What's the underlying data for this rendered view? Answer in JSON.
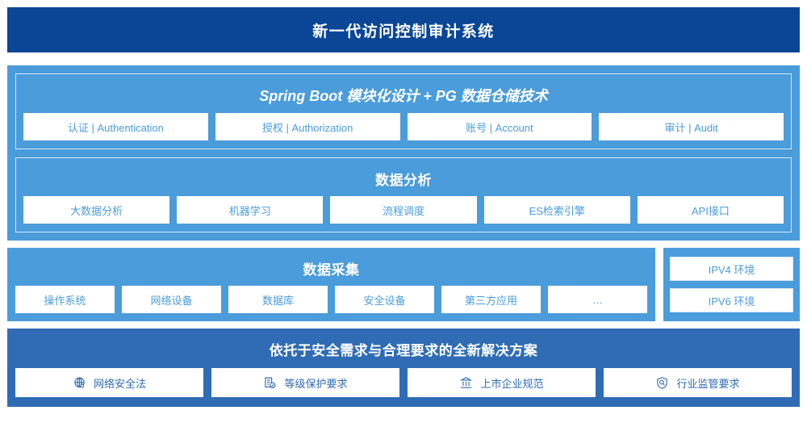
{
  "header": {
    "title": "新一代访问控制审计系统"
  },
  "platform": {
    "title": "Spring Boot 模块化设计 + PG 数据仓储技术",
    "items": [
      {
        "label": "认证 | Authentication"
      },
      {
        "label": "授权 | Authorization"
      },
      {
        "label": "账号 | Account"
      },
      {
        "label": "审计 | Audit"
      }
    ]
  },
  "analysis": {
    "title": "数据分析",
    "items": [
      {
        "label": "大数据分析"
      },
      {
        "label": "机器学习"
      },
      {
        "label": "流程调度"
      },
      {
        "label": "ES检索引擎"
      },
      {
        "label": "API接口"
      }
    ]
  },
  "collection": {
    "title": "数据采集",
    "items": [
      {
        "label": "操作系统"
      },
      {
        "label": "网络设备"
      },
      {
        "label": "数据库"
      },
      {
        "label": "安全设备"
      },
      {
        "label": "第三方应用"
      },
      {
        "label": "…"
      }
    ]
  },
  "environment": {
    "items": [
      {
        "label": "IPV4 环境"
      },
      {
        "label": "IPV6 环境"
      }
    ]
  },
  "solution": {
    "title": "依托于安全需求与合理要求的全新解决方案",
    "items": [
      {
        "label": "网络安全法",
        "icon": "globe-icon"
      },
      {
        "label": "等级保护要求",
        "icon": "document-check-icon"
      },
      {
        "label": "上市企业规范",
        "icon": "bank-icon"
      },
      {
        "label": "行业监管要求",
        "icon": "shield-search-icon"
      }
    ]
  },
  "colors": {
    "header_blue": "#0a4695",
    "panel_blue": "#4a9cdb",
    "solution_blue": "#2f6cb5",
    "chip_white": "#ffffff"
  }
}
